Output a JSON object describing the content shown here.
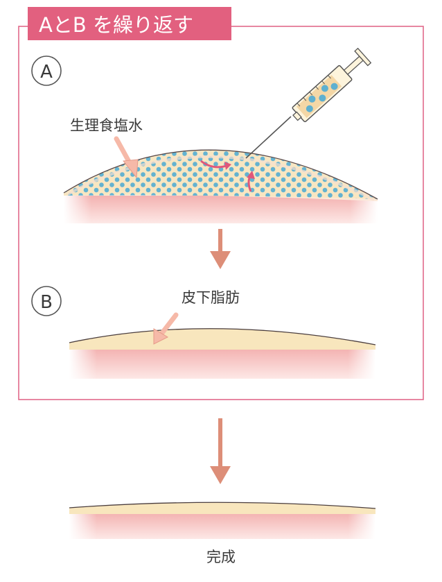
{
  "frame": {
    "title": "AとB を繰り返す",
    "border_color": "#e1698a",
    "title_bg": "#e2607f"
  },
  "step_a": {
    "marker": "A",
    "saline_label": "生理食塩水"
  },
  "step_b": {
    "marker": "B",
    "fat_label": "皮下脂肪"
  },
  "result": {
    "label": "完成"
  },
  "colors": {
    "skin": "#f3b8b6",
    "fat": "#f7e8c2",
    "dot": "#5eb0d0",
    "arrow": "#dd8e78",
    "accent": "#e0577a"
  }
}
